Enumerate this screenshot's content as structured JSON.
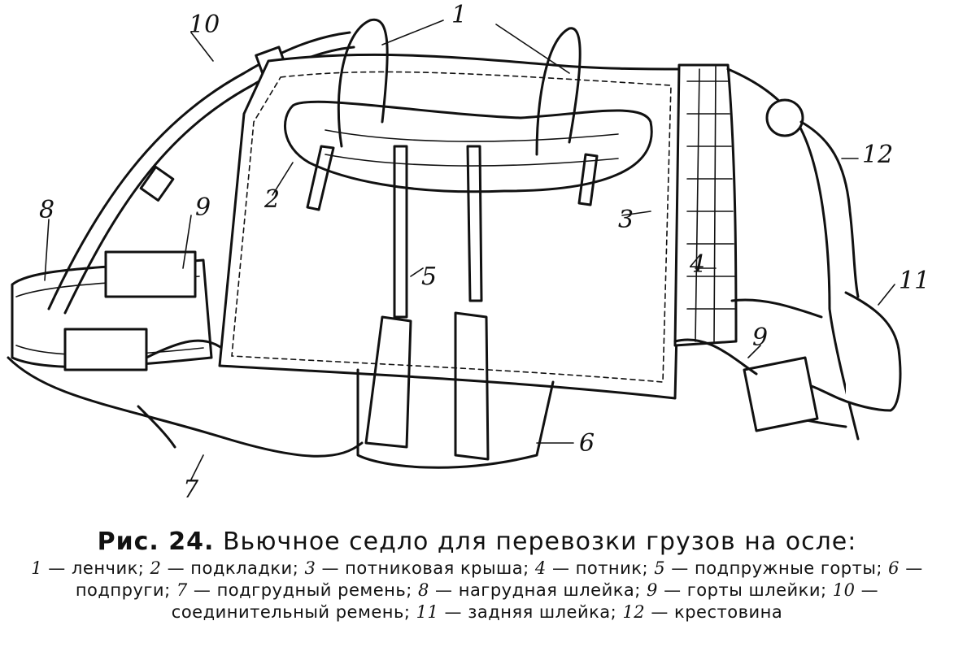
{
  "figure": {
    "callouts": [
      "1",
      "10",
      "8",
      "9",
      "2",
      "3",
      "4",
      "5",
      "12",
      "11",
      "9",
      "6",
      "7"
    ]
  },
  "caption": {
    "fig_label": "Рис. 24.",
    "title": "Вьючное седло для перевозки грузов на осле:",
    "legend": [
      {
        "n": "1",
        "t": " — ленчик; "
      },
      {
        "n": "2",
        "t": " — подкладки; "
      },
      {
        "n": "3",
        "t": " — потниковая крыша; "
      },
      {
        "n": "4",
        "t": " — потник; "
      },
      {
        "n": "5",
        "t": " — подпружные горты; "
      },
      {
        "n": "6",
        "t": " — подпруги; "
      },
      {
        "n": "7",
        "t": " — подгрудный ремень; "
      },
      {
        "n": "8",
        "t": " — нагрудная шлейка; "
      },
      {
        "n": "9",
        "t": " — горты шлейки; "
      },
      {
        "n": "10",
        "t": " — соединительный ремень; "
      },
      {
        "n": "11",
        "t": " — задняя шлейка; "
      },
      {
        "n": "12",
        "t": " — крестовина"
      }
    ]
  }
}
